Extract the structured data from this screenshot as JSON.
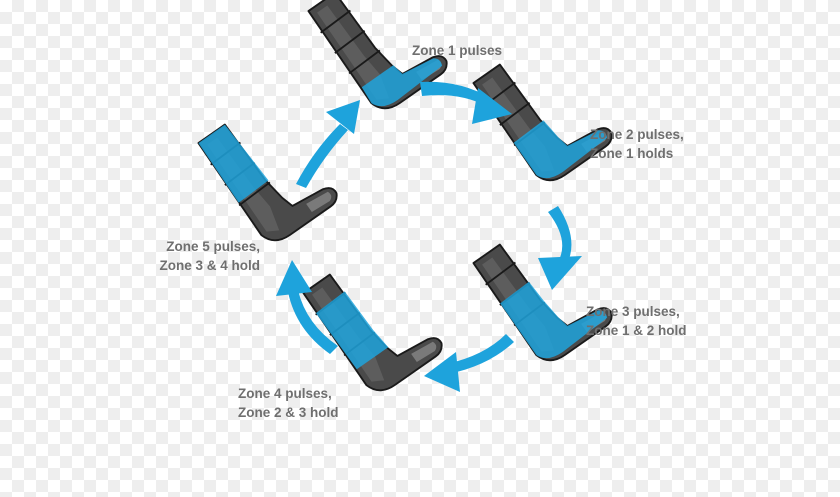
{
  "colors": {
    "accent": "#1ea3dc",
    "boot_dark": "#3c3c3c",
    "boot_mid": "#5b5b5b",
    "boot_light": "#8a8a8a",
    "text": "#6f6f6f"
  },
  "stages": [
    {
      "lines": [
        "Zone 1 pulses"
      ]
    },
    {
      "lines": [
        "Zone 2 pulses,",
        "Zone 1 holds"
      ]
    },
    {
      "lines": [
        "Zone 3 pulses,",
        "Zone 1 & 2 hold"
      ]
    },
    {
      "lines": [
        "Zone 4 pulses,",
        "Zone 2 & 3 hold"
      ]
    },
    {
      "lines": [
        "Zone 5 pulses,",
        "Zone 3 & 4 hold"
      ]
    }
  ],
  "cycle_arrows": [
    {
      "direction": "clockwise",
      "from": "stage-1",
      "to": "stage-2"
    },
    {
      "direction": "clockwise",
      "from": "stage-2",
      "to": "stage-3"
    },
    {
      "direction": "clockwise",
      "from": "stage-3",
      "to": "stage-4"
    },
    {
      "direction": "clockwise",
      "from": "stage-4",
      "to": "stage-5"
    },
    {
      "direction": "clockwise",
      "from": "stage-5",
      "to": "stage-1"
    }
  ]
}
